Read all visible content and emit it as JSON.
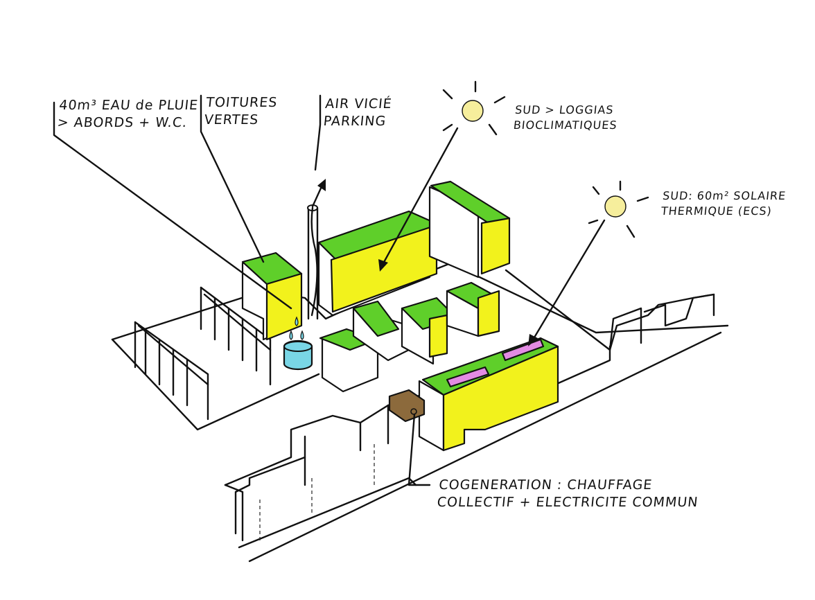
{
  "labels": {
    "rainwater": [
      "40m³ EAU de PLUIE",
      "> ABORDS + W.C."
    ],
    "green_roofs": [
      "TOITURES",
      "VERTES"
    ],
    "parking_air": [
      "AIR VICIÉ",
      "PARKING"
    ],
    "loggias": [
      "SUD > LOGGIAS",
      "BIOCLIMATIQUES"
    ],
    "solar": [
      "SUD: 60m² SOLAIRE",
      "THERMIQUE (ECS)"
    ],
    "cogeneration": [
      "COGENERATION : CHAUFFAGE",
      "COLLECTIF + ELECTRICITE COMMUN"
    ]
  },
  "colors": {
    "green_roof": "#5fcf2a",
    "facade_yellow": "#f2f21c",
    "solar_panel": "#e38be3",
    "water_tank": "#79d6e6",
    "cogeneration_unit": "#8c6a3c",
    "sun": "#f6ee9c",
    "ink": "#111111"
  }
}
